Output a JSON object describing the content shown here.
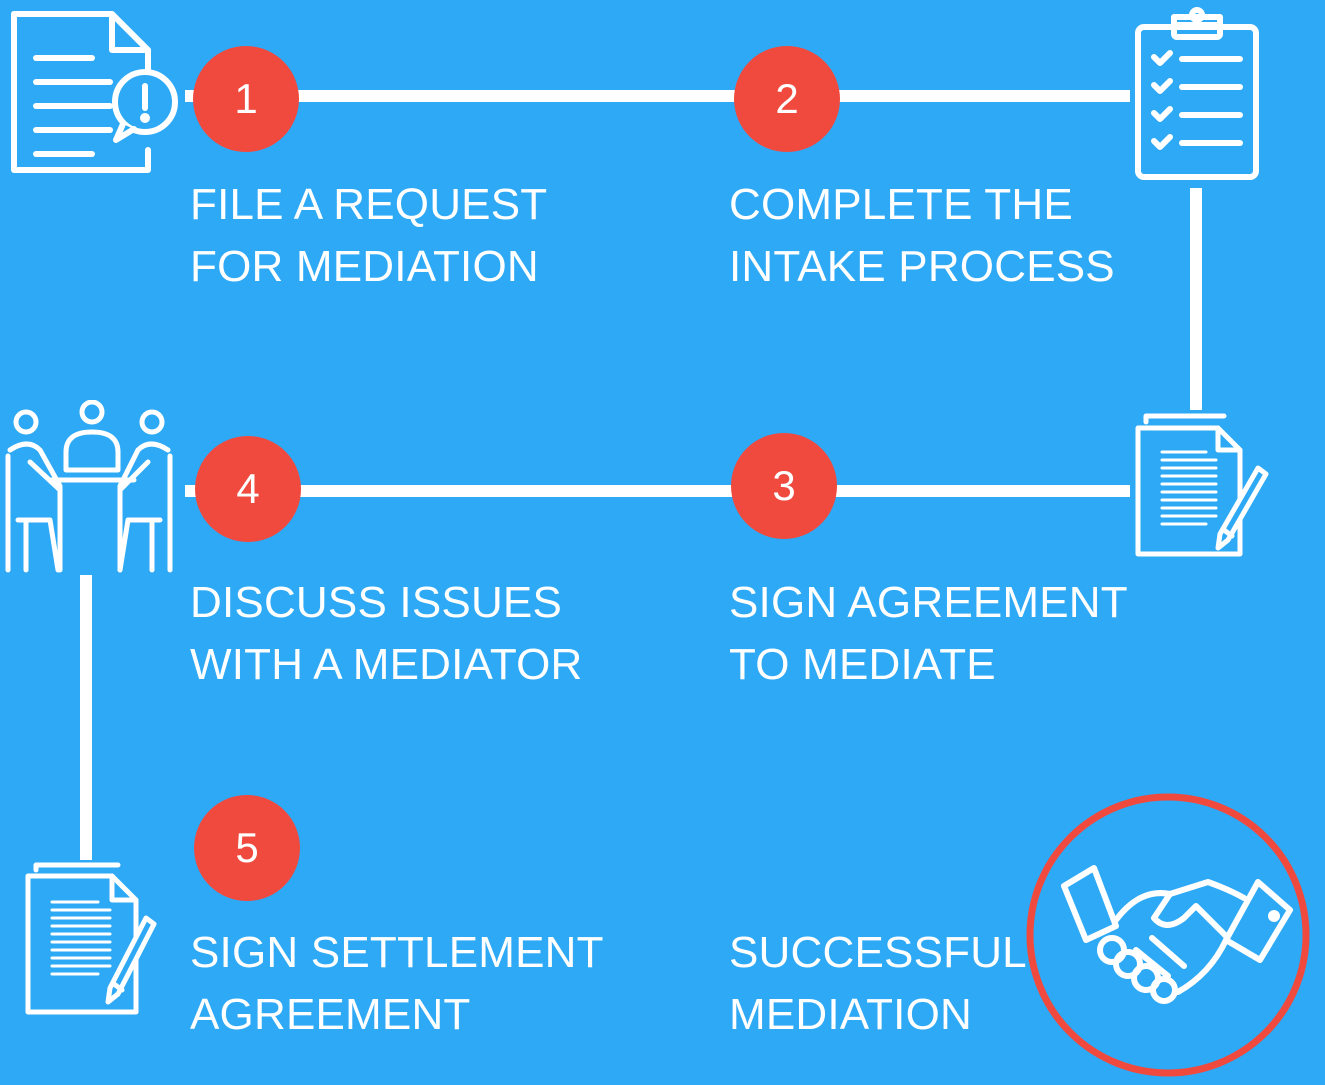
{
  "diagram": {
    "steps": [
      {
        "number": "1",
        "line1": "FILE A REQUEST",
        "line2": "FOR MEDIATION",
        "icon": "request-document-icon"
      },
      {
        "number": "2",
        "line1": "COMPLETE THE",
        "line2": "INTAKE PROCESS",
        "icon": "clipboard-checklist-icon"
      },
      {
        "number": "3",
        "line1": "SIGN AGREEMENT",
        "line2": "TO MEDIATE",
        "icon": "document-pen-icon"
      },
      {
        "number": "4",
        "line1": "DISCUSS ISSUES",
        "line2": "WITH A MEDIATOR",
        "icon": "meeting-icon"
      },
      {
        "number": "5",
        "line1": "SIGN SETTLEMENT",
        "line2": "AGREEMENT",
        "icon": "document-pen-icon"
      }
    ],
    "outcome": {
      "line1": "SUCCESSFUL",
      "line2": "MEDIATION",
      "icon": "handshake-icon"
    }
  },
  "colors": {
    "background": "#2ea9f6",
    "badge": "#f04a3f",
    "connector": "#ffffff",
    "outcome_ring": "#f04a3f"
  }
}
